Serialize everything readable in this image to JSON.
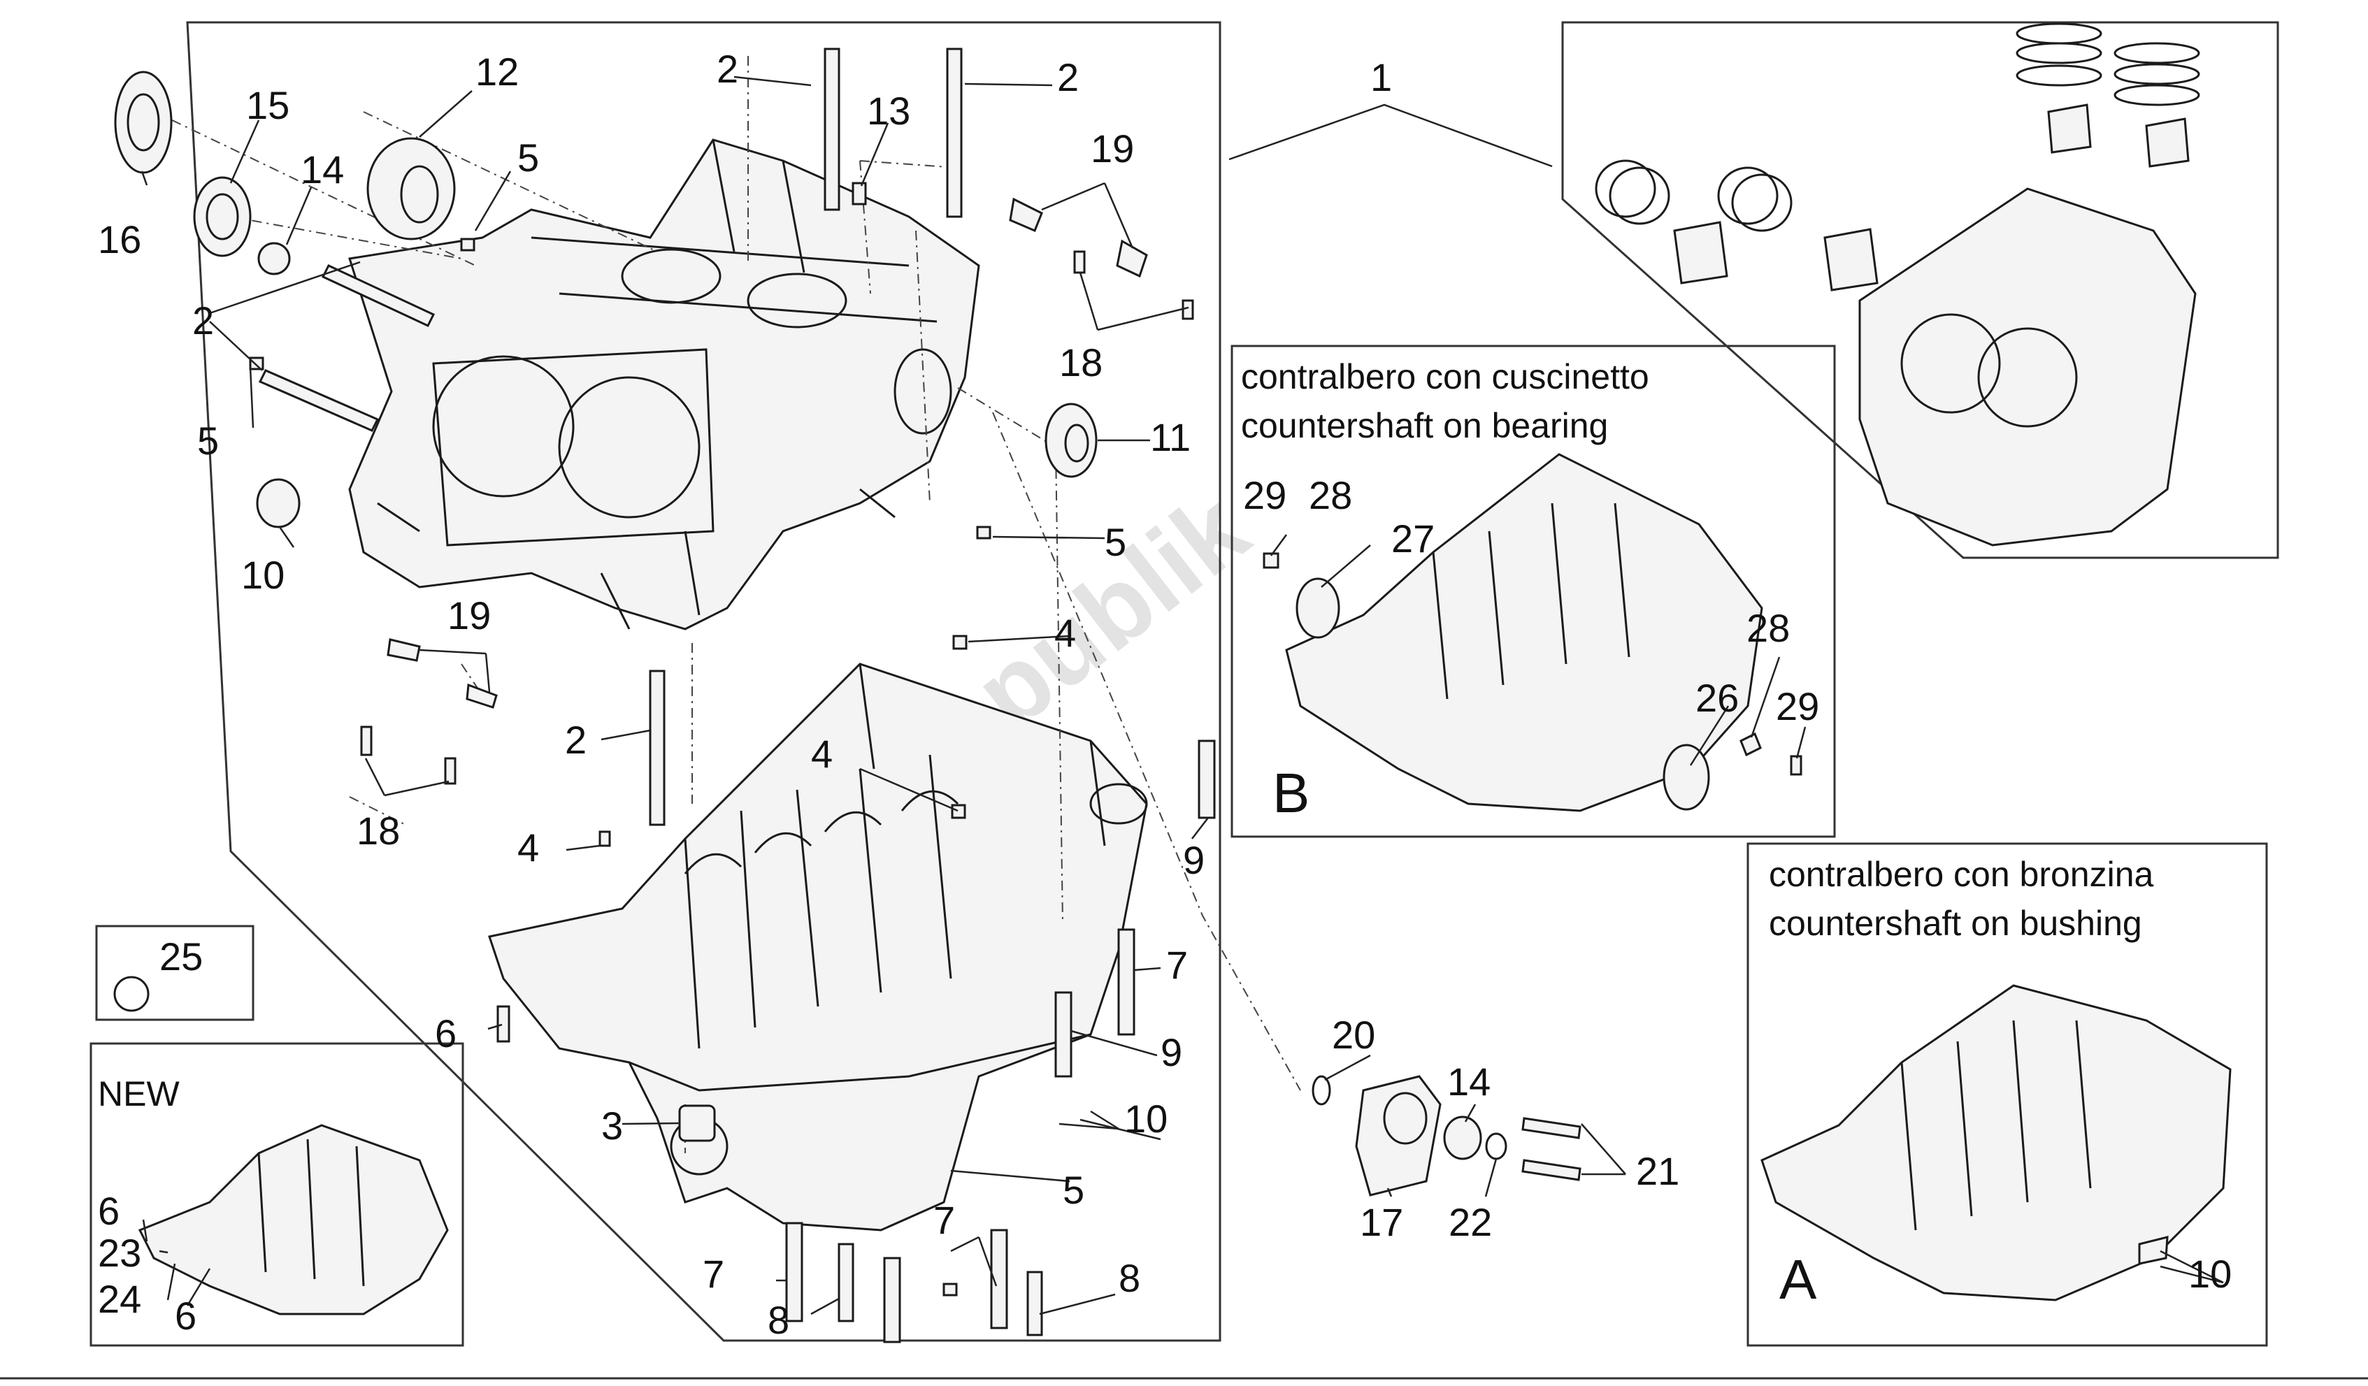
{
  "watermark": "PartsRepublik",
  "callouts": [
    {
      "id": "c1",
      "text": "1"
    },
    {
      "id": "c2a",
      "text": "2"
    },
    {
      "id": "c2b",
      "text": "2"
    },
    {
      "id": "c2c",
      "text": "2"
    },
    {
      "id": "c2d",
      "text": "2"
    },
    {
      "id": "c3",
      "text": "3"
    },
    {
      "id": "c4a",
      "text": "4"
    },
    {
      "id": "c4b",
      "text": "4"
    },
    {
      "id": "c4c",
      "text": "4"
    },
    {
      "id": "c5a",
      "text": "5"
    },
    {
      "id": "c5b",
      "text": "5"
    },
    {
      "id": "c5c",
      "text": "5"
    },
    {
      "id": "c5d",
      "text": "5"
    },
    {
      "id": "c6a",
      "text": "6"
    },
    {
      "id": "c6b",
      "text": "6"
    },
    {
      "id": "c6c",
      "text": "6"
    },
    {
      "id": "c7a",
      "text": "7"
    },
    {
      "id": "c7b",
      "text": "7"
    },
    {
      "id": "c7c",
      "text": "7"
    },
    {
      "id": "c8a",
      "text": "8"
    },
    {
      "id": "c8b",
      "text": "8"
    },
    {
      "id": "c9a",
      "text": "9"
    },
    {
      "id": "c9b",
      "text": "9"
    },
    {
      "id": "c10a",
      "text": "10"
    },
    {
      "id": "c10b",
      "text": "10"
    },
    {
      "id": "c10c",
      "text": "10"
    },
    {
      "id": "c11",
      "text": "11"
    },
    {
      "id": "c12",
      "text": "12"
    },
    {
      "id": "c13",
      "text": "13"
    },
    {
      "id": "c14a",
      "text": "14"
    },
    {
      "id": "c14b",
      "text": "14"
    },
    {
      "id": "c15",
      "text": "15"
    },
    {
      "id": "c16",
      "text": "16"
    },
    {
      "id": "c17",
      "text": "17"
    },
    {
      "id": "c18a",
      "text": "18"
    },
    {
      "id": "c18b",
      "text": "18"
    },
    {
      "id": "c19a",
      "text": "19"
    },
    {
      "id": "c19b",
      "text": "19"
    },
    {
      "id": "c20",
      "text": "20"
    },
    {
      "id": "c21",
      "text": "21"
    },
    {
      "id": "c22",
      "text": "22"
    },
    {
      "id": "c23",
      "text": "23"
    },
    {
      "id": "c24",
      "text": "24"
    },
    {
      "id": "c25",
      "text": "25"
    },
    {
      "id": "c26",
      "text": "26"
    },
    {
      "id": "c27",
      "text": "27"
    },
    {
      "id": "c28a",
      "text": "28"
    },
    {
      "id": "c28b",
      "text": "28"
    },
    {
      "id": "c29a",
      "text": "29"
    },
    {
      "id": "c29b",
      "text": "29"
    }
  ],
  "panels": {
    "new": {
      "label": "NEW"
    },
    "b": {
      "letter": "B",
      "caption_it": "contralbero con cuscinetto",
      "caption_en": "countershaft on bearing"
    },
    "a": {
      "letter": "A",
      "caption_it": "contralbero con bronzina",
      "caption_en": "countershaft on bushing"
    }
  },
  "colors": {
    "line": "#1b1b1b",
    "background": "#ffffff",
    "watermark": "#c8c8c8"
  }
}
